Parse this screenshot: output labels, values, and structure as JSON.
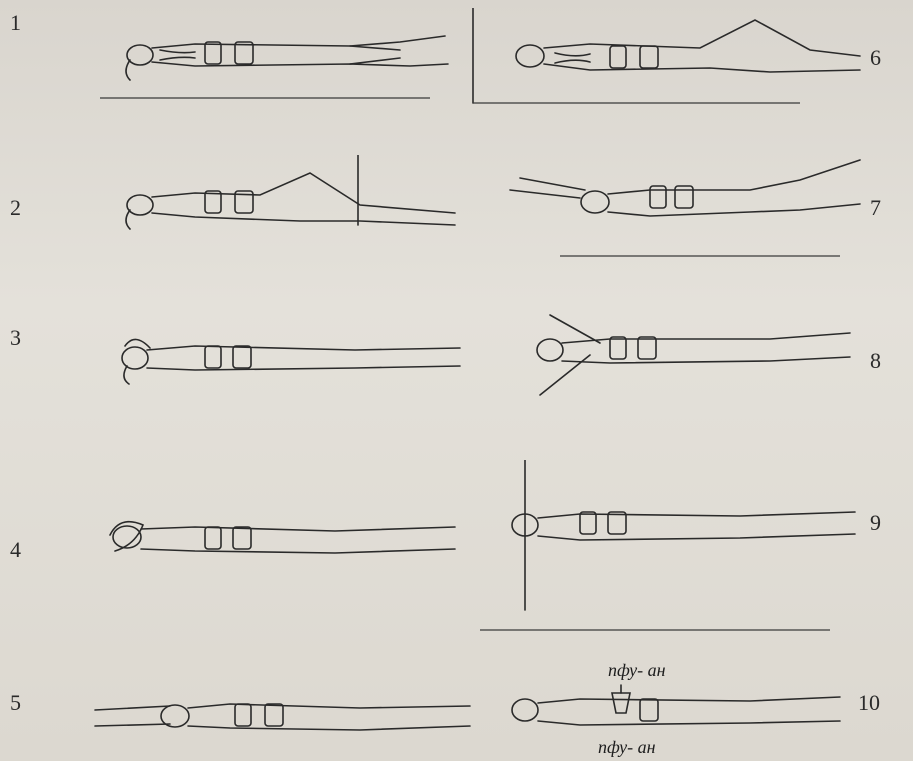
{
  "figures": [
    {
      "number": "1"
    },
    {
      "number": "2"
    },
    {
      "number": "3"
    },
    {
      "number": "4"
    },
    {
      "number": "5"
    },
    {
      "number": "6"
    },
    {
      "number": "7"
    },
    {
      "number": "8"
    },
    {
      "number": "9"
    },
    {
      "number": "10"
    }
  ],
  "annotations": {
    "inhale": "пфу- ан",
    "exhale": "пфу- ан"
  }
}
